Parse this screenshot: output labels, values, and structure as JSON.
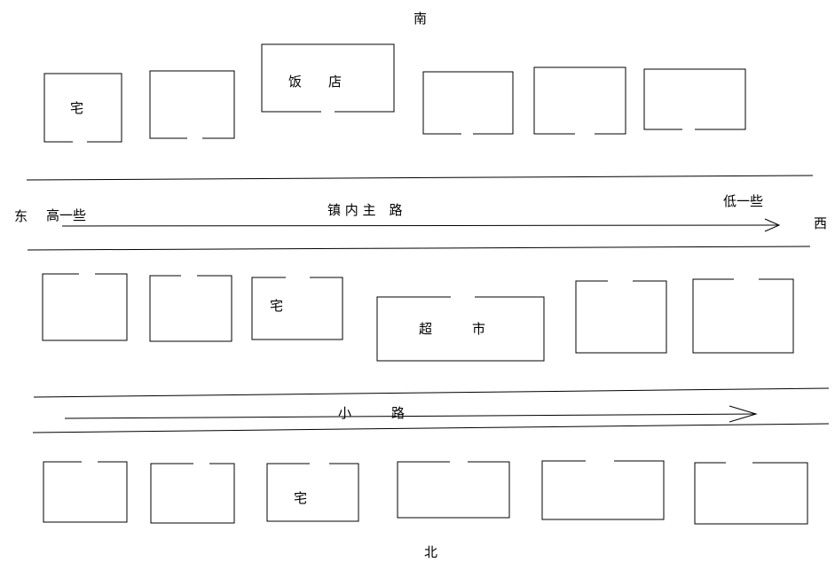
{
  "directions": {
    "north": "北",
    "south": "南",
    "east": "东",
    "west": "西"
  },
  "main_road": {
    "label": "镇 内 主　路"
  },
  "small_road": {
    "label": "小　　　路"
  },
  "slope": {
    "high": "高一些",
    "low": "低一些"
  },
  "labels": {
    "house_1": "宅",
    "restaurant": "饭　　店",
    "house_2": "宅",
    "supermarket": "超　　　市",
    "house_3": "宅"
  },
  "colors": {
    "line": "#000000",
    "background": "#ffffff"
  }
}
